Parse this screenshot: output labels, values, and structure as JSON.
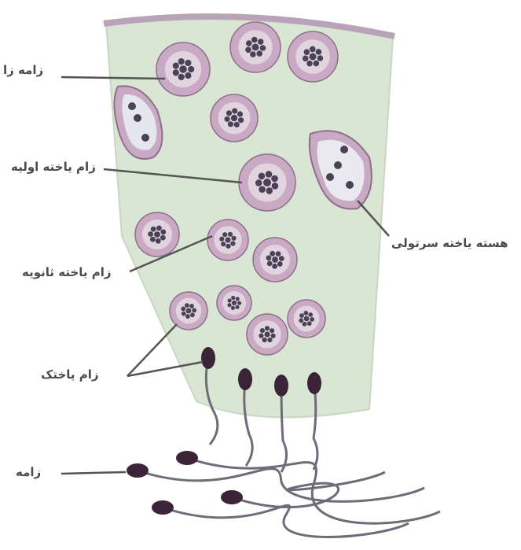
{
  "labels": {
    "spermatogonium": "زامه زا",
    "primary_spermatocyte": "زام یاخته اولیه",
    "secondary_spermatocyte": "زام یاخته ثانویه",
    "spermatid": "زام یاختک",
    "sperm": "زامه",
    "sertoli_nucleus": "هسته یاخته سرتولی"
  },
  "colors": {
    "tissue": "#d9e6d4",
    "wall": "#b8a3b8",
    "cell_ring": "#c9a9c4",
    "cell_inner": "#e2d4df",
    "chromatin": "#4a4257",
    "sperm_head": "#3b2437",
    "tail": "#6d6d7a",
    "leader": "#555555"
  }
}
